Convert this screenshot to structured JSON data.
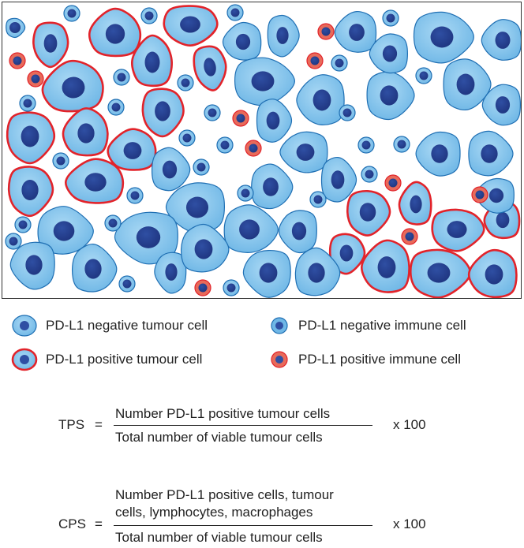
{
  "colors": {
    "cell_fill": "#6fb7e6",
    "cell_fill_light": "#a9d8f4",
    "cell_stroke": "#1f6fb3",
    "nucleus": "#2f4fa3",
    "nucleus_dark": "#1f3580",
    "positive_ring": "#e2232a",
    "immune_positive_ring": "#e86a5a"
  },
  "legend": [
    {
      "label": "PD-L1 negative tumour cell",
      "kind": "tumour-negative"
    },
    {
      "label": "PD-L1 negative immune cell",
      "kind": "immune-negative"
    },
    {
      "label": "PD-L1 positive tumour cell",
      "kind": "tumour-positive"
    },
    {
      "label": "PD-L1 positive immune cell",
      "kind": "immune-positive"
    }
  ],
  "tps": {
    "lhs": "TPS",
    "eq": "=",
    "numerator": "Number PD-L1 positive tumour cells",
    "denominator": "Total number of viable tumour cells",
    "multiplier": "x 100"
  },
  "cps": {
    "lhs": "CPS",
    "eq": "=",
    "numerator_line1": "Number PD-L1 positive cells, tumour",
    "numerator_line2": "cells, lymphocytes, macrophages",
    "denominator": "Total number of viable tumour cells",
    "multiplier": "x 100"
  }
}
